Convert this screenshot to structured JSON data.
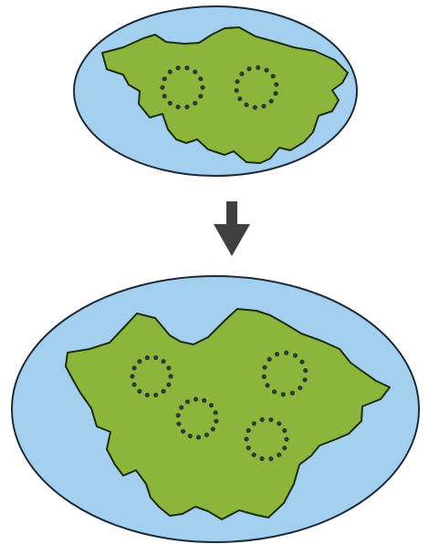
{
  "colors": {
    "background": "#ffffff",
    "water": "#a3d0ef",
    "water_outline": "#1d2a3a",
    "land": "#8cb53c",
    "land_outline": "#1e2d10",
    "dots": "#2c3a33",
    "arrow": "#3f3f3f"
  },
  "panels": [
    {
      "id": "top",
      "stage": "before",
      "ring_count": 2
    },
    {
      "id": "bottom",
      "stage": "after",
      "ring_count": 4
    }
  ],
  "icons": {
    "transition": "arrow-down-icon"
  }
}
